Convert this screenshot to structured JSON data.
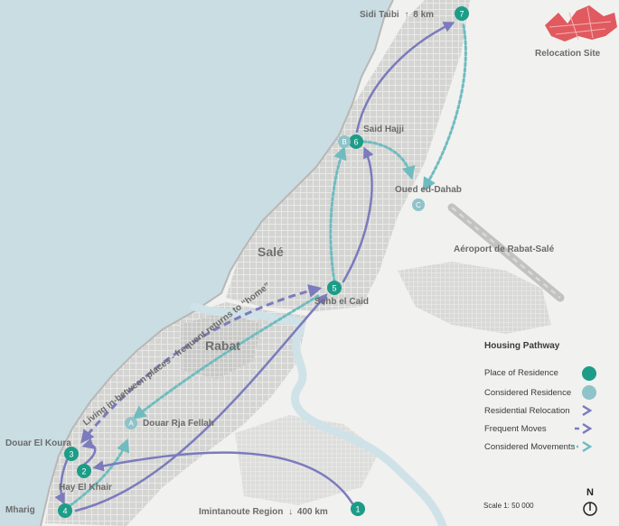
{
  "map": {
    "colors": {
      "land": "#f1f1f0",
      "sea": "#c9dde3",
      "river": "#cfe2e8",
      "urban": "#d2d2d0",
      "residence": "#1d9c88",
      "considered": "#8fc3c9",
      "relocation": "#7b7bbd",
      "considered_movement": "#6fbcbf",
      "relocation_site": "#e05a5f"
    },
    "labels": {
      "sidi_taibi": "Sidi Taibi",
      "sidi_taibi_dist": "8 km",
      "relocation_site": "Relocation Site",
      "said_hajji": "Said Hajji",
      "oued_ed_dahab": "Oued ed-Dahab",
      "sale": "Salé",
      "aeroport": "Aéroport de Rabat-Salé",
      "sehb_el_caid": "Sehb el Caid",
      "rabat": "Rabat",
      "douar_rja_fellah": "Douar Rja Fellah",
      "douar_el_koura": "Douar El Koura",
      "hay_el_khair": "Hay El Khair",
      "mharig": "Mharig",
      "imintanoute": "Imintanoute Region",
      "imintanoute_dist": "400 km",
      "pathway_note": "Living in-between places - frequent  returns to “home”"
    },
    "residences": [
      "1",
      "2",
      "3",
      "4",
      "5",
      "6",
      "7"
    ],
    "considered_residences": [
      "A",
      "B",
      "C"
    ],
    "direction_arrows": {
      "up": "↑",
      "down": "↓"
    }
  },
  "legend": {
    "title": "Housing Pathway",
    "items": [
      {
        "label": "Place of Residence",
        "icon": "filled-teal-circle"
      },
      {
        "label": "Considered Residence",
        "icon": "light-teal-circle"
      },
      {
        "label": "Residential Relocation",
        "icon": "solid-purple-arrow"
      },
      {
        "label": "Frequent Moves",
        "icon": "dashed-purple-arrow"
      },
      {
        "label": "Considered Movements",
        "icon": "dotted-teal-arrow"
      }
    ]
  },
  "scale": "Scale 1: 50 000",
  "north": "N"
}
